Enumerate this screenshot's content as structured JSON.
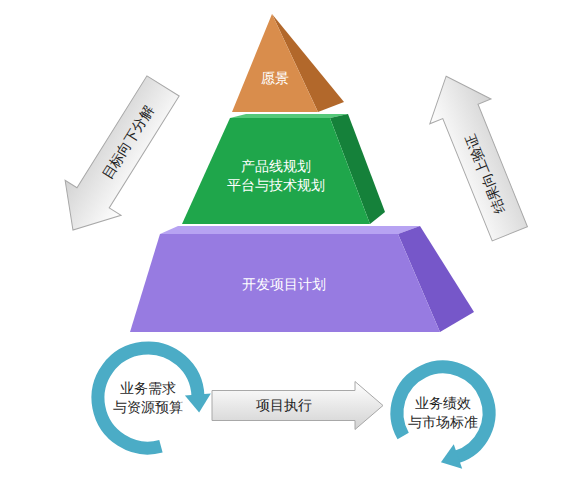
{
  "diagram": {
    "nodes": [
      {
        "text": [
          "愿景"
        ]
      },
      {
        "text": [
          "产品线规划 平台与技术规划"
        ]
      },
      {
        "text": [
          "开发项目计划"
        ]
      },
      {
        "text": [
          "业务需求 与资源预算"
        ]
      },
      {
        "text": [
          "业务绩效 与市场标准"
        ]
      }
    ],
    "edges": [
      {
        "from": 3,
        "to": 4,
        "label": "项目执行",
        "arrow": "to"
      }
    ],
    "labels": [
      "目标向下分解",
      "结果向上验证"
    ]
  }
}
